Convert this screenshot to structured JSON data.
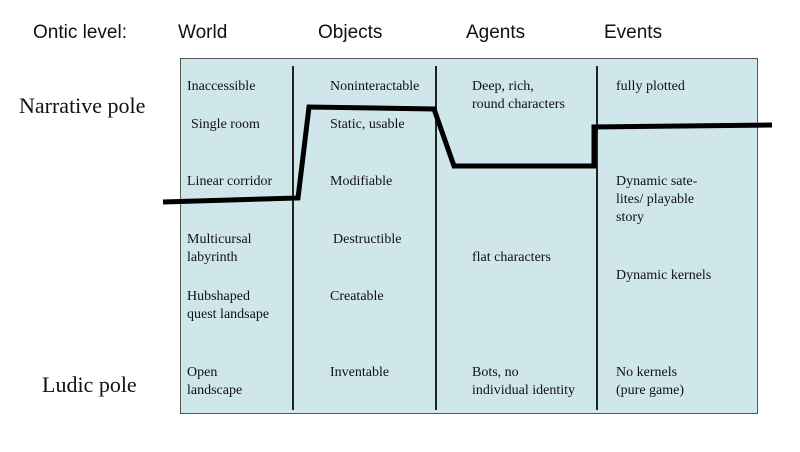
{
  "header": {
    "label": "Ontic level:",
    "columns": [
      "World",
      "Objects",
      "Agents",
      "Events"
    ]
  },
  "poles": {
    "narrative": "Narrative pole",
    "ludic": "Ludic pole"
  },
  "cells": {
    "world": [
      "Inaccessible",
      "Single room",
      "Linear corridor",
      "Multicursal\nlabyrinth",
      "Hubshaped\nquest landsape",
      "Open\nlandscape"
    ],
    "objects": [
      "Noninteractable",
      "Static, usable",
      "Modifiable",
      "Destructible",
      "Creatable",
      "Inventable"
    ],
    "agents": [
      "Deep, rich,\nround characters",
      "flat characters",
      "Bots, no\nindividual identity"
    ],
    "events": [
      "fully plotted",
      "Dynamic sate-\nlites/ playable\nstory",
      "Dynamic kernels",
      "No kernels\n(pure game)"
    ]
  },
  "profile": {
    "description_levels": {
      "World": "Linear corridor",
      "Objects": "Static, usable",
      "Agents": "between rich and flat characters",
      "Events": "fully plotted"
    }
  },
  "colors": {
    "panel_bg": "#cfe6ea",
    "line": "#000000"
  }
}
